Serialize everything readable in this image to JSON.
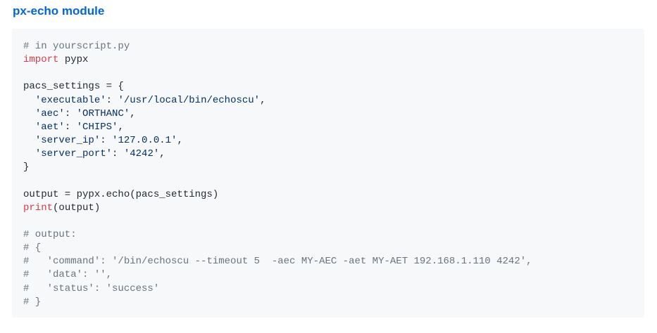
{
  "heading": "px-echo module",
  "colors": {
    "heading": "#0366d6",
    "code_background": "#f6f8fa",
    "comment": "#6a737d",
    "keyword": "#d73a49",
    "string": "#032f62",
    "text": "#24292e"
  },
  "code": {
    "language": "python",
    "lines": [
      [
        {
          "t": "comment",
          "v": "# in yourscript.py"
        }
      ],
      [
        {
          "t": "keyword",
          "v": "import"
        },
        {
          "t": "plain",
          "v": " pypx"
        }
      ],
      [],
      [
        {
          "t": "plain",
          "v": "pacs_settings = {"
        }
      ],
      [
        {
          "t": "plain",
          "v": "  "
        },
        {
          "t": "string",
          "v": "'executable'"
        },
        {
          "t": "plain",
          "v": ": "
        },
        {
          "t": "string",
          "v": "'/usr/local/bin/echoscu'"
        },
        {
          "t": "plain",
          "v": ","
        }
      ],
      [
        {
          "t": "plain",
          "v": "  "
        },
        {
          "t": "string",
          "v": "'aec'"
        },
        {
          "t": "plain",
          "v": ": "
        },
        {
          "t": "string",
          "v": "'ORTHANC'"
        },
        {
          "t": "plain",
          "v": ","
        }
      ],
      [
        {
          "t": "plain",
          "v": "  "
        },
        {
          "t": "string",
          "v": "'aet'"
        },
        {
          "t": "plain",
          "v": ": "
        },
        {
          "t": "string",
          "v": "'CHIPS'"
        },
        {
          "t": "plain",
          "v": ","
        }
      ],
      [
        {
          "t": "plain",
          "v": "  "
        },
        {
          "t": "string",
          "v": "'server_ip'"
        },
        {
          "t": "plain",
          "v": ": "
        },
        {
          "t": "string",
          "v": "'127.0.0.1'"
        },
        {
          "t": "plain",
          "v": ","
        }
      ],
      [
        {
          "t": "plain",
          "v": "  "
        },
        {
          "t": "string",
          "v": "'server_port'"
        },
        {
          "t": "plain",
          "v": ": "
        },
        {
          "t": "string",
          "v": "'4242'"
        },
        {
          "t": "plain",
          "v": ","
        }
      ],
      [
        {
          "t": "plain",
          "v": "}"
        }
      ],
      [],
      [
        {
          "t": "plain",
          "v": "output = pypx.echo(pacs_settings)"
        }
      ],
      [
        {
          "t": "builtin",
          "v": "print"
        },
        {
          "t": "plain",
          "v": "(output)"
        }
      ],
      [],
      [
        {
          "t": "comment",
          "v": "# output:"
        }
      ],
      [
        {
          "t": "comment",
          "v": "# {"
        }
      ],
      [
        {
          "t": "comment",
          "v": "#   'command': '/bin/echoscu --timeout 5  -aec MY-AEC -aet MY-AET 192.168.1.110 4242',"
        }
      ],
      [
        {
          "t": "comment",
          "v": "#   'data': '',"
        }
      ],
      [
        {
          "t": "comment",
          "v": "#   'status': 'success'"
        }
      ],
      [
        {
          "t": "comment",
          "v": "# }"
        }
      ]
    ]
  }
}
